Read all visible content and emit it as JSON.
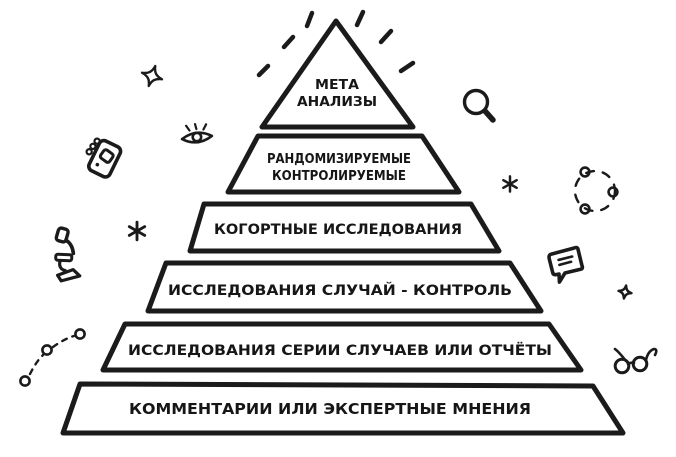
{
  "diagram": {
    "kind": "hand-drawn evidence hierarchy pyramid",
    "colors": {
      "ink": "#1b1b1b",
      "paper": "#ffffff",
      "shadow": "#b7b7b7"
    },
    "pyramid": {
      "levels": [
        {
          "id": "meta-analyses",
          "lines": [
            "МЕТА",
            "АНАЛИЗЫ"
          ]
        },
        {
          "id": "randomized-controlled",
          "lines": [
            "РАНДОМИЗИРУЕМЫЕ",
            "КОНТРОЛИРУЕМЫЕ"
          ]
        },
        {
          "id": "cohort-studies",
          "lines": [
            "КОГОРТНЫЕ ИССЛЕДОВАНИЯ"
          ]
        },
        {
          "id": "case-control-studies",
          "lines": [
            "ИССЛЕДОВАНИЯ СЛУЧАЙ - КОНТРОЛЬ"
          ]
        },
        {
          "id": "case-series-or-reports",
          "lines": [
            "ИССЛЕДОВАНИЯ СЕРИИ СЛУЧАЕВ ИЛИ ОТЧЁТЫ"
          ]
        },
        {
          "id": "comments-or-expert-opinions",
          "lines": [
            "КОММЕНТАРИИ ИЛИ ЭКСПЕРТНЫЕ МНЕНИЯ"
          ]
        }
      ]
    },
    "doodles": [
      "sunburst-rays",
      "four-point-sparkle-left",
      "eye",
      "camera",
      "microscope",
      "six-point-asterisk-left",
      "molecule-chain",
      "magnifying-glass",
      "six-point-asterisk-right",
      "molecule-ring",
      "speech-bubble",
      "four-point-sparkle-right",
      "round-glasses"
    ]
  }
}
